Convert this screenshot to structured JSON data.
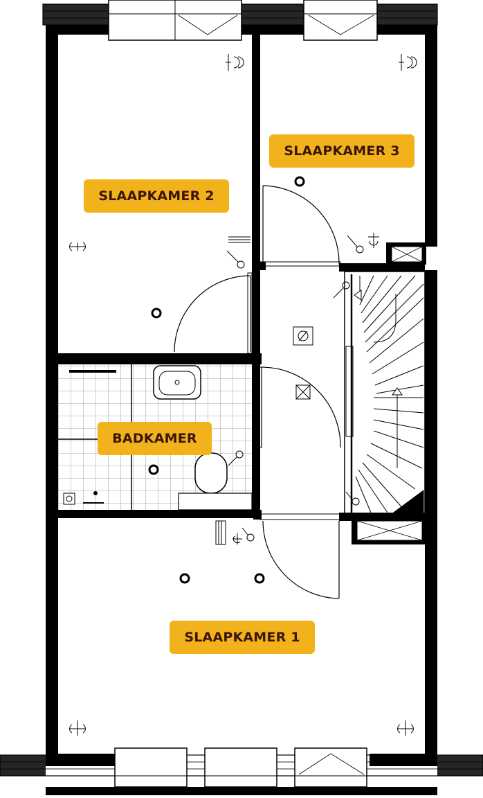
{
  "rooms": {
    "slaapkamer_3": "SLAAPKAMER 3",
    "slaapkamer_2": "SLAAPKAMER 2",
    "badkamer": "BADKAMER",
    "slaapkamer_1": "SLAAPKAMER 1"
  },
  "colors": {
    "label_background": "#f2b21b",
    "label_text": "#3b1607",
    "wall": "#000000"
  }
}
